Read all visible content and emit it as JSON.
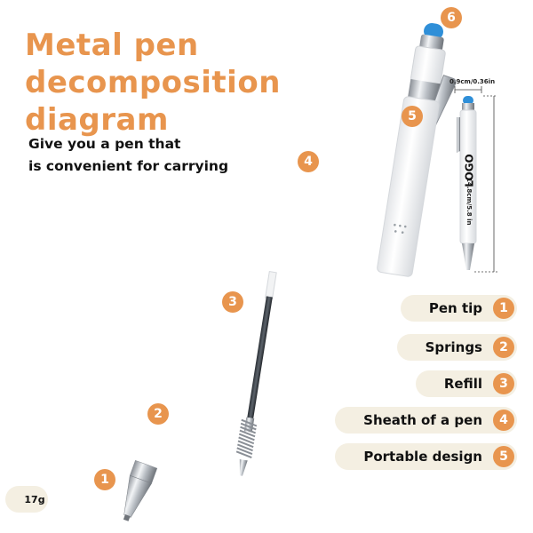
{
  "title": {
    "line1": "Metal pen",
    "line2": "decomposition",
    "line3": "diagram"
  },
  "subtitle": {
    "line1": "Give you a pen that",
    "line2": "is convenient for carrying"
  },
  "callouts": [
    "1",
    "2",
    "3",
    "4",
    "5",
    "6"
  ],
  "legend": [
    {
      "label": "Pen tip",
      "number": "1"
    },
    {
      "label": "Springs",
      "number": "2"
    },
    {
      "label": "Refill",
      "number": "3"
    },
    {
      "label": "Sheath of a pen",
      "number": "4"
    },
    {
      "label": "Portable design",
      "number": "5"
    }
  ],
  "dimensions": {
    "width": "0.9cm/0.36in",
    "length": "14.8cm/5.8 in",
    "logo": "LOGO"
  },
  "weight": {
    "value": "17g",
    "icon": "scale-icon"
  },
  "colors": {
    "accent": "#e8954e",
    "legend_bg": "#f4efe2",
    "stylus_tip": "#2f8fd8"
  }
}
